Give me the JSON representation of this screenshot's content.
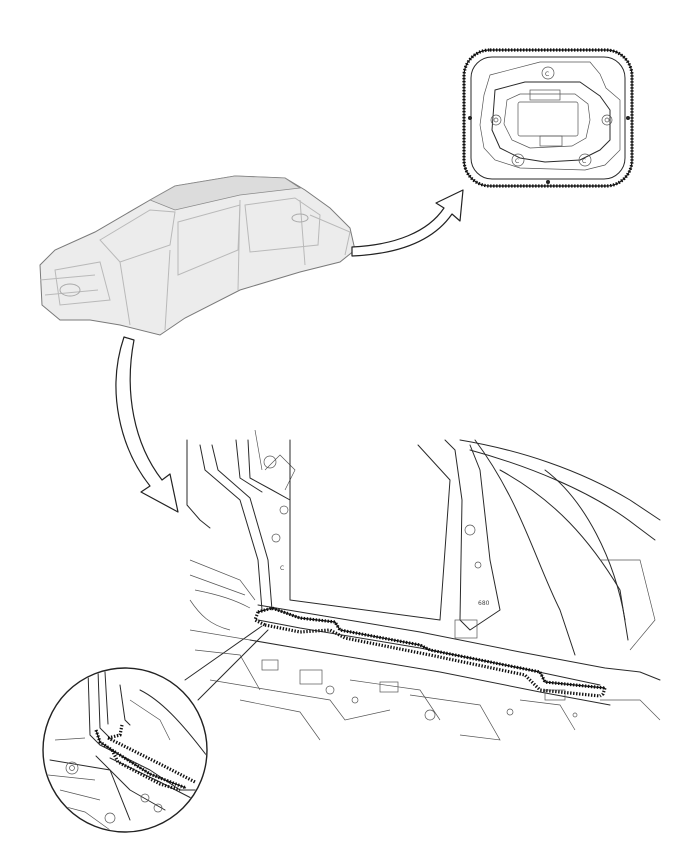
{
  "figure": {
    "inline_labels": [
      "C",
      "C",
      "C"
    ],
    "part_marks": [
      "680",
      "C"
    ]
  },
  "colors": {
    "line": "#2a2a2a",
    "body_shading": "#e9e9e9",
    "sealer": "#111111",
    "background": "#ffffff"
  },
  "icons": [
    "sealer-pattern-icon",
    "callout-arrow-icon"
  ]
}
